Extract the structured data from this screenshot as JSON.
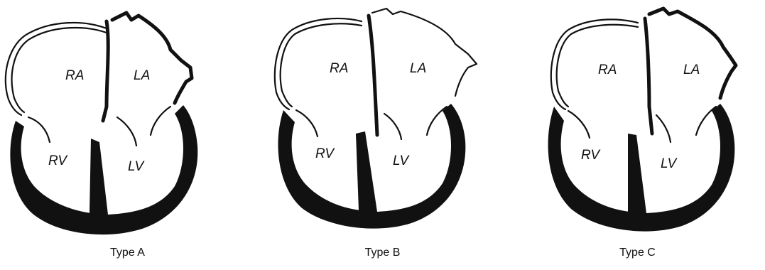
{
  "panels": [
    {
      "caption": "Type A",
      "labels": {
        "ra": "RA",
        "la": "LA",
        "rv": "RV",
        "lv": "LV"
      }
    },
    {
      "caption": "Type B",
      "labels": {
        "ra": "RA",
        "la": "LA",
        "rv": "RV",
        "lv": "LV"
      }
    },
    {
      "caption": "Type C",
      "labels": {
        "ra": "RA",
        "la": "LA",
        "rv": "RV",
        "lv": "LV"
      }
    }
  ],
  "colors": {
    "ink": "#111111",
    "background": "#ffffff"
  }
}
